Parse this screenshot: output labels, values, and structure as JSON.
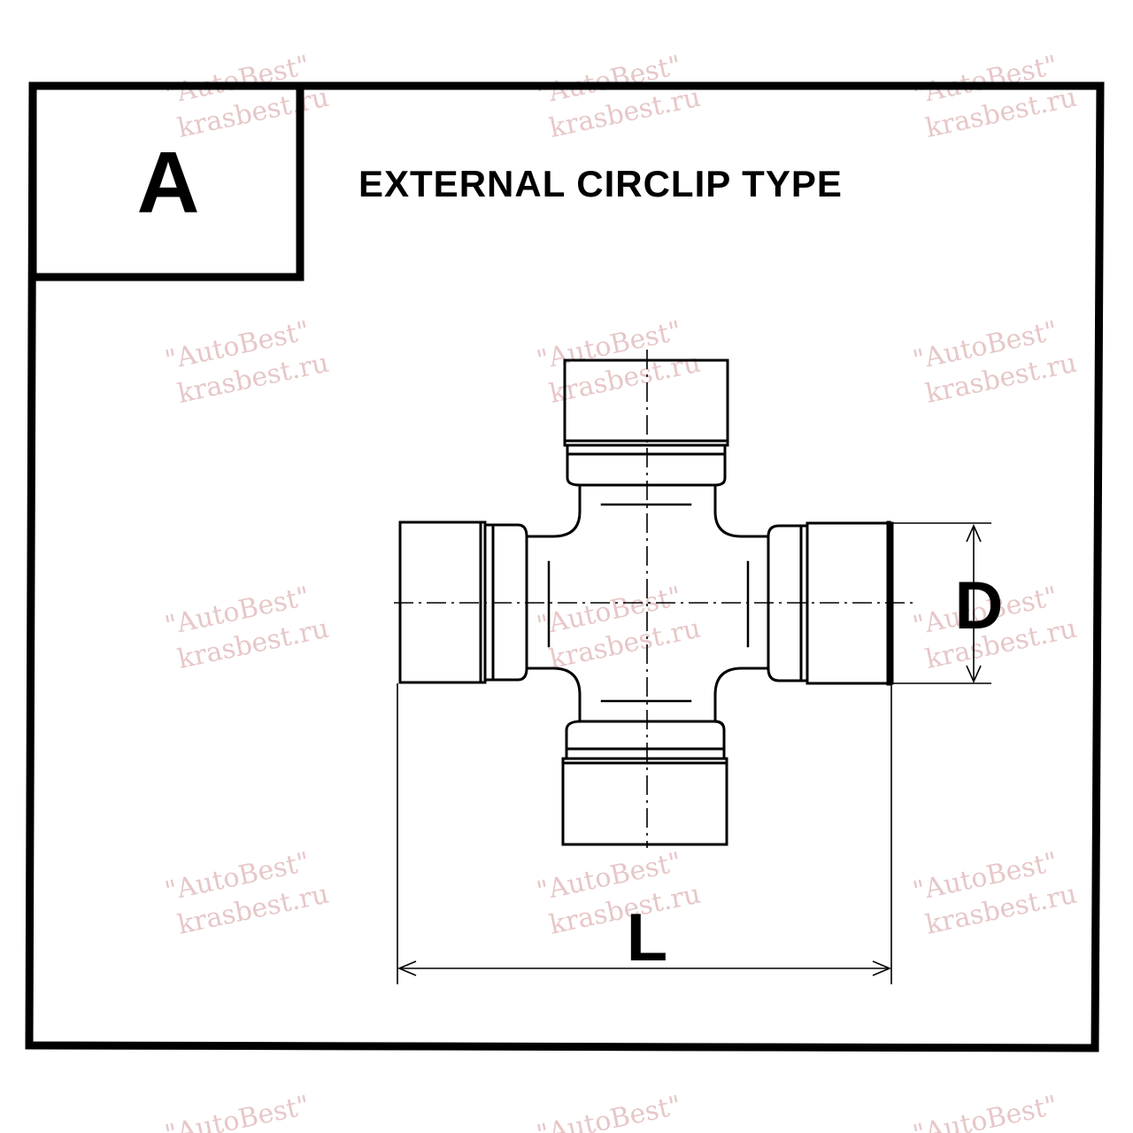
{
  "panel": {
    "letter": "A",
    "title": "EXTERNAL CIRCLIP TYPE"
  },
  "dimensions": {
    "diameter_label": "D",
    "length_label": "L"
  },
  "watermark": {
    "line1": "\"AutoBest\"",
    "line2": "krasbest.ru"
  },
  "colors": {
    "ink": "#000000",
    "background": "#ffffff",
    "watermark": "#e7c7c7"
  }
}
